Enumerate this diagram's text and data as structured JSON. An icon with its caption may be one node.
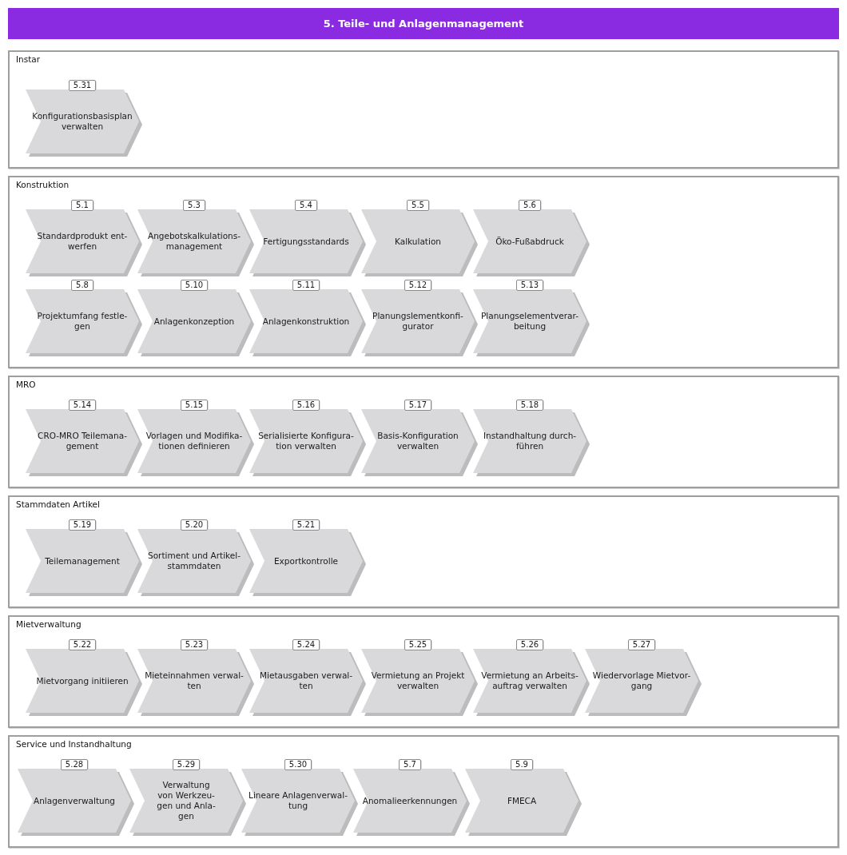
{
  "diagram": {
    "title": "5. Teile- und Anlagenmanagement",
    "nodes": [
      {
        "text": [
          "Instar"
        ]
      },
      {
        "text": [
          "5.31",
          "Konfigurationsbasisplan verwalten"
        ],
        "in": 0
      },
      {
        "text": [
          "Konstruktion"
        ]
      },
      {
        "text": [
          "5.1",
          "Standardprodukt ent- werfen"
        ],
        "in": 2
      },
      {
        "text": [
          "5.3",
          "Angebotskalkulations- management"
        ],
        "in": 2
      },
      {
        "text": [
          "5.4",
          "Fertigungsstandards"
        ],
        "in": 2
      },
      {
        "text": [
          "5.5",
          "Kalkulation"
        ],
        "in": 2
      },
      {
        "text": [
          "5.6",
          "Öko-Fußabdruck"
        ],
        "in": 2
      },
      {
        "text": [
          "5.8",
          "Projektumfang festle- gen"
        ],
        "in": 2
      },
      {
        "text": [
          "5.10",
          "Anlagenkonzeption"
        ],
        "in": 2
      },
      {
        "text": [
          "5.11",
          "Anlagenkonstruktion"
        ],
        "in": 2
      },
      {
        "text": [
          "5.12",
          "Planungslementkonfi- gurator"
        ],
        "in": 2
      },
      {
        "text": [
          "5.13",
          "Planungselementverar- beitung"
        ],
        "in": 2
      },
      {
        "text": [
          "MRO"
        ]
      },
      {
        "text": [
          "5.14",
          "CRO-MRO Teilemana- gement"
        ],
        "in": 13
      },
      {
        "text": [
          "5.15",
          "Vorlagen und Modifika- tionen definieren"
        ],
        "in": 13
      },
      {
        "text": [
          "5.16",
          "Serialisierte Konfigura- tion verwalten"
        ],
        "in": 13
      },
      {
        "text": [
          "5.17",
          "Basis-Konfiguration verwalten"
        ],
        "in": 13
      },
      {
        "text": [
          "5.18",
          "Instandhaltung durch- führen"
        ],
        "in": 13
      },
      {
        "text": [
          "Stammdaten Artikel"
        ]
      },
      {
        "text": [
          "5.19",
          "Teilemanagement"
        ],
        "in": 19
      },
      {
        "text": [
          "5.20",
          "Sortiment und Artikel- stammdaten"
        ],
        "in": 19
      },
      {
        "text": [
          "5.21",
          "Exportkontrolle"
        ],
        "in": 19
      },
      {
        "text": [
          "Mietverwaltung"
        ]
      },
      {
        "text": [
          "5.22",
          "Mietvorgang initiieren"
        ],
        "in": 23
      },
      {
        "text": [
          "5.23",
          "Mieteinnahmen verwal- ten"
        ],
        "in": 23
      },
      {
        "text": [
          "5.24",
          "Mietausgaben verwal- ten"
        ],
        "in": 23
      },
      {
        "text": [
          "5.25",
          "Vermietung an Projekt verwalten"
        ],
        "in": 23
      },
      {
        "text": [
          "5.26",
          "Vermietung an Arbeits- auftrag verwalten"
        ],
        "in": 23
      },
      {
        "text": [
          "5.27",
          "Wiedervorlage Mietvor- gang"
        ],
        "in": 23
      },
      {
        "text": [
          "Service und Instandhaltung"
        ]
      },
      {
        "text": [
          "5.28",
          "Anlagenverwaltung"
        ],
        "in": 30
      },
      {
        "text": [
          "5.29",
          "Verwaltung von Werkzeu- gen und Anla- gen"
        ],
        "in": 30
      },
      {
        "text": [
          "5.30",
          "Lineare Anlagenverwal- tung"
        ],
        "in": 30
      },
      {
        "text": [
          "5.7",
          "Anomalieerkennungen"
        ],
        "in": 30
      },
      {
        "text": [
          "5.9",
          "FMECA"
        ],
        "in": 30
      }
    ]
  }
}
